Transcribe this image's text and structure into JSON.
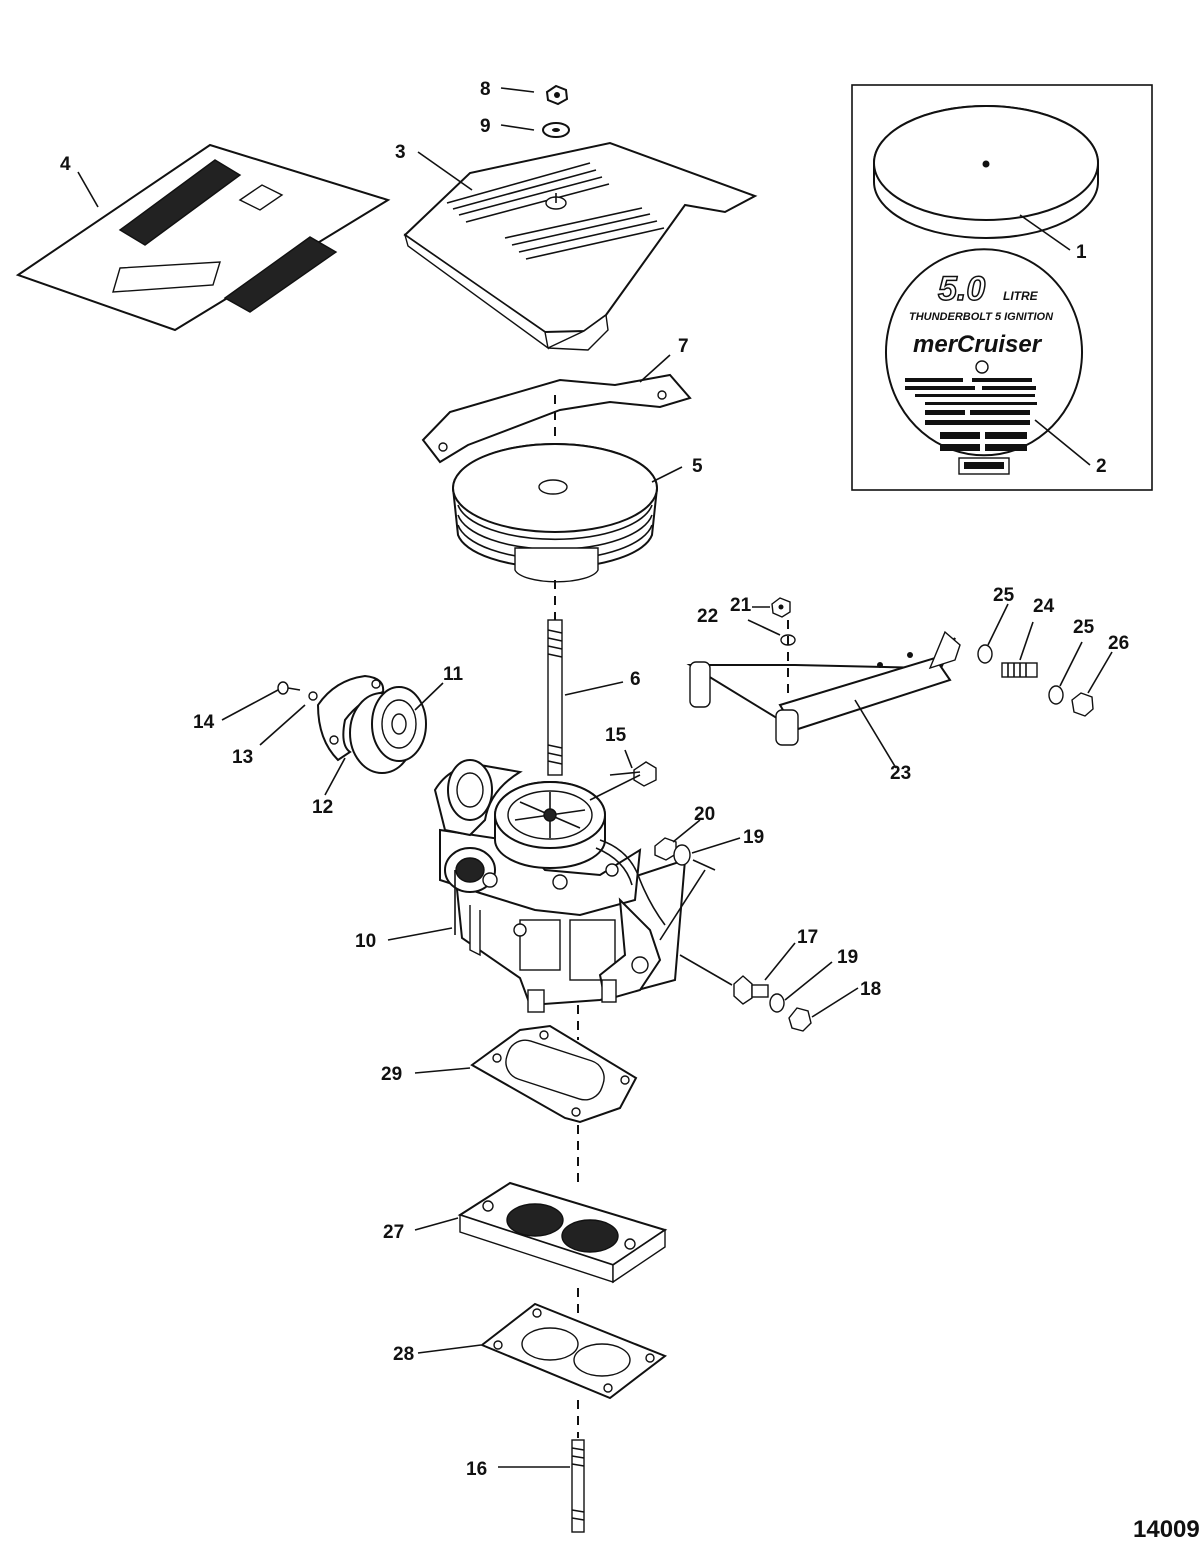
{
  "figure_number": "14009",
  "decal": {
    "displacement": "5.0",
    "unit": "LITRE",
    "ignition": "THUNDERBOLT 5 IGNITION",
    "brand": "merCruiser"
  },
  "cover_decal_brand": "merCruiser",
  "callouts": [
    {
      "id": "c1",
      "label": "1"
    },
    {
      "id": "c2",
      "label": "2"
    },
    {
      "id": "c3",
      "label": "3"
    },
    {
      "id": "c4",
      "label": "4"
    },
    {
      "id": "c5",
      "label": "5"
    },
    {
      "id": "c6",
      "label": "6"
    },
    {
      "id": "c7",
      "label": "7"
    },
    {
      "id": "c8",
      "label": "8"
    },
    {
      "id": "c9",
      "label": "9"
    },
    {
      "id": "c10",
      "label": "10"
    },
    {
      "id": "c11",
      "label": "11"
    },
    {
      "id": "c12",
      "label": "12"
    },
    {
      "id": "c13",
      "label": "13"
    },
    {
      "id": "c14",
      "label": "14"
    },
    {
      "id": "c15",
      "label": "15"
    },
    {
      "id": "c16",
      "label": "16"
    },
    {
      "id": "c17",
      "label": "17"
    },
    {
      "id": "c18",
      "label": "18"
    },
    {
      "id": "c19a",
      "label": "19"
    },
    {
      "id": "c19b",
      "label": "19"
    },
    {
      "id": "c20",
      "label": "20"
    },
    {
      "id": "c21",
      "label": "21"
    },
    {
      "id": "c22",
      "label": "22"
    },
    {
      "id": "c23",
      "label": "23"
    },
    {
      "id": "c24",
      "label": "24"
    },
    {
      "id": "c25a",
      "label": "25"
    },
    {
      "id": "c25b",
      "label": "25"
    },
    {
      "id": "c26",
      "label": "26"
    },
    {
      "id": "c27",
      "label": "27"
    },
    {
      "id": "c28",
      "label": "28"
    },
    {
      "id": "c29",
      "label": "29"
    }
  ]
}
